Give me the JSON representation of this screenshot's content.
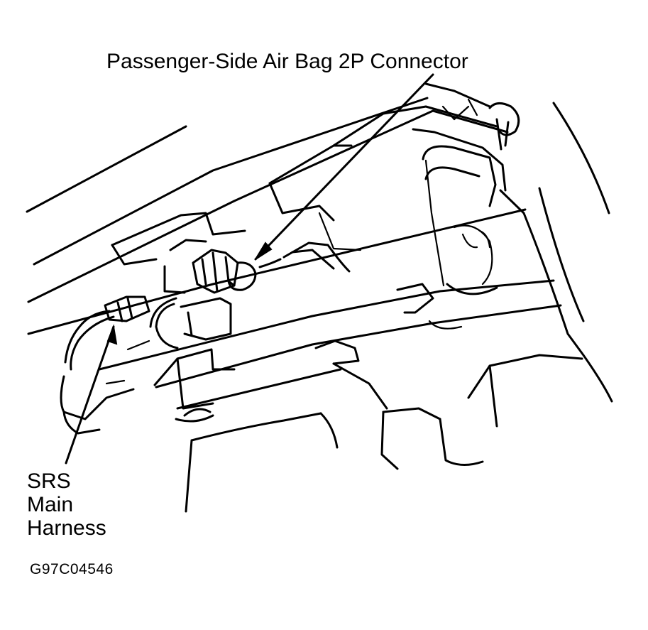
{
  "labels": {
    "passenger_connector": "Passenger-Side Air Bag 2P Connector",
    "srs_main_harness": [
      "SRS",
      "Main",
      "Harness"
    ],
    "figure_code": "G97C04546"
  },
  "colors": {
    "line": "#000000",
    "background": "#ffffff"
  }
}
